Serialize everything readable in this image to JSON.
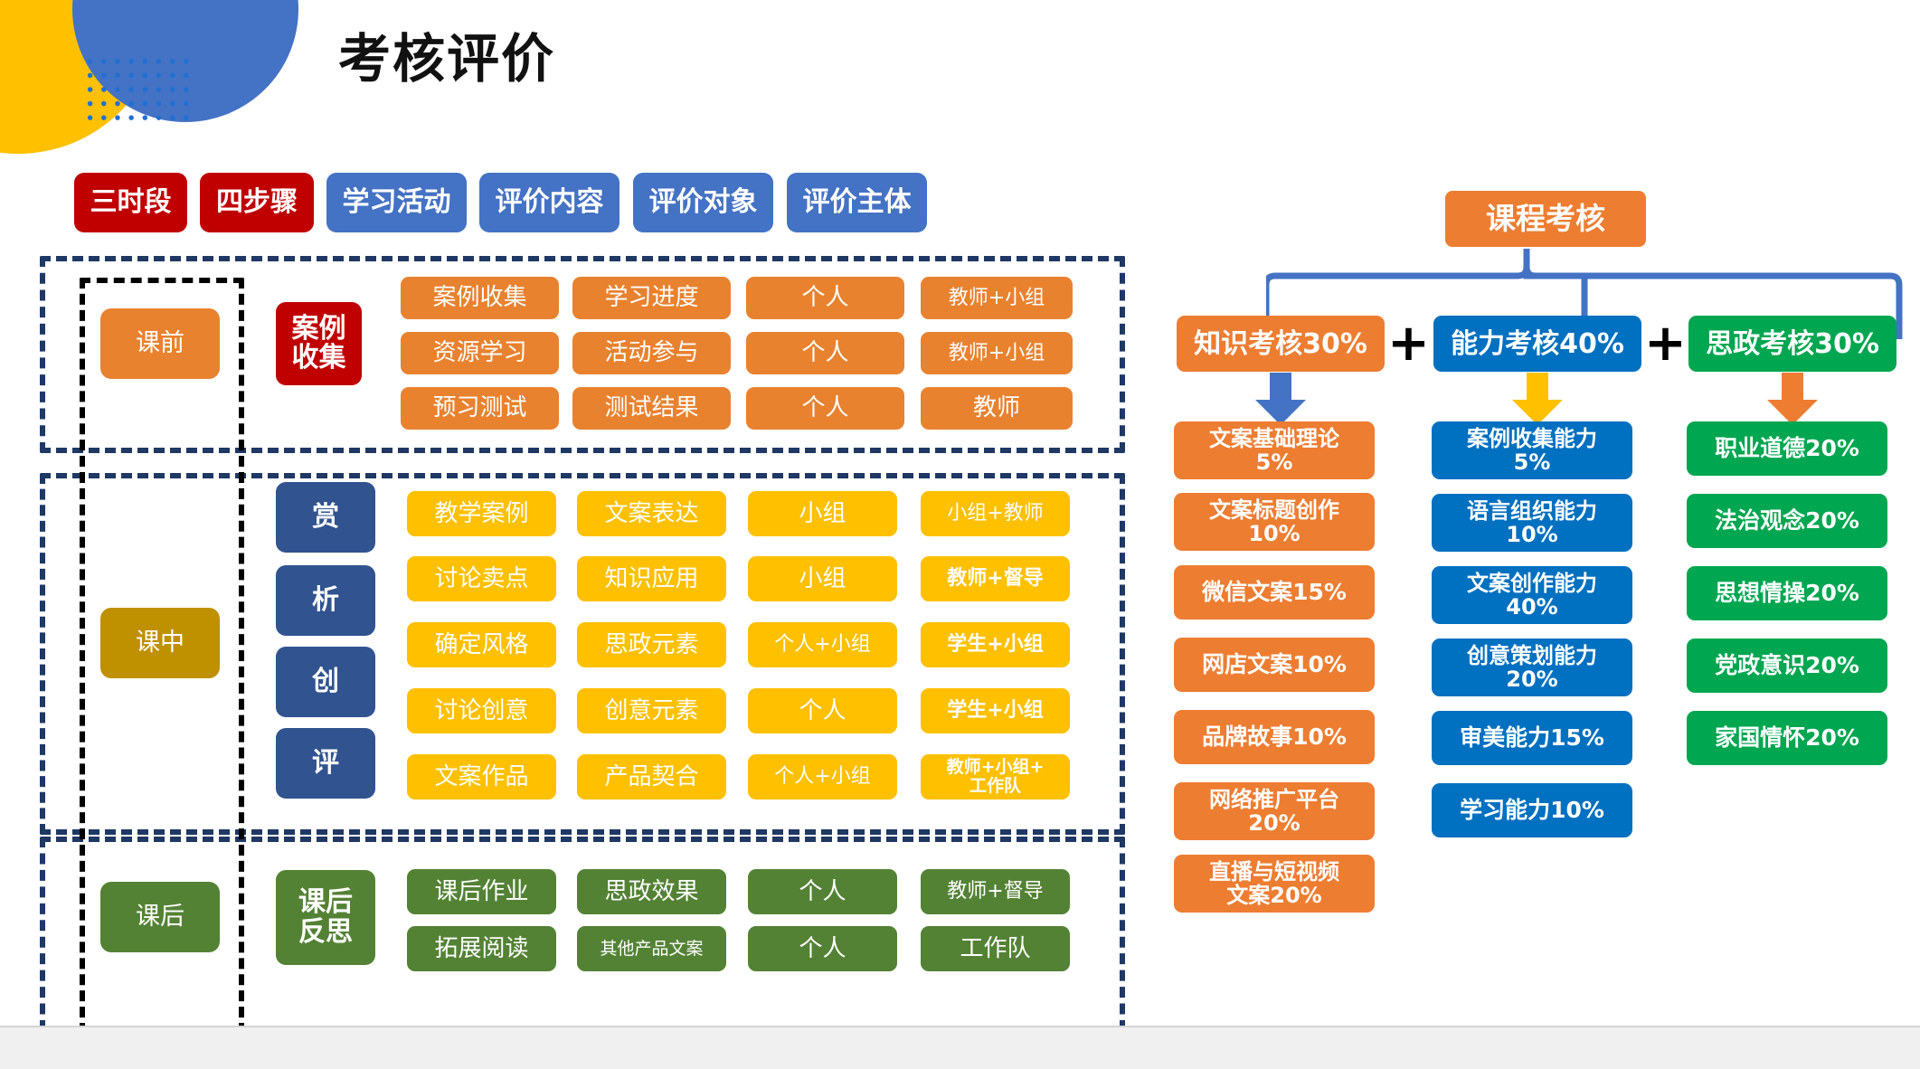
{
  "page": {
    "title": "考核评价"
  },
  "left_panel": {
    "headers": [
      {
        "label": "三时段",
        "color": "#C00000"
      },
      {
        "label": "四步骤",
        "color": "#C00000"
      },
      {
        "label": "学习活动",
        "color": "#4472C4"
      },
      {
        "label": "评价内容",
        "color": "#4472C4"
      },
      {
        "label": "评价对象",
        "color": "#4472C4"
      },
      {
        "label": "评价主体",
        "color": "#4472C4"
      }
    ],
    "sections": [
      {
        "phase": "课前",
        "phase_color": "#E8822F",
        "step": "案例\n收集",
        "step_color": "#C00000",
        "row_color": "#E8822F",
        "rows": [
          {
            "activity": "案例收集",
            "content": "学习进度",
            "object": "个人",
            "subject": "教师+小组"
          },
          {
            "activity": "资源学习",
            "content": "活动参与",
            "object": "个人",
            "subject": "教师+小组"
          },
          {
            "activity": "预习测试",
            "content": "测试结果",
            "object": "个人",
            "subject": "教师"
          }
        ]
      },
      {
        "phase": "课中",
        "phase_color": "#BF9000",
        "steps": [
          "赏",
          "析",
          "创",
          "评"
        ],
        "step_color": "#31538F",
        "row_color": "#FFC000",
        "rows": [
          {
            "activity": "教学案例",
            "content": "文案表达",
            "object": "小组",
            "subject": "小组+教师"
          },
          {
            "activity": "讨论卖点",
            "content": "知识应用",
            "object": "小组",
            "subject": "教师+督导"
          },
          {
            "activity": "确定风格",
            "content": "思政元素",
            "object": "个人+小组",
            "subject": "学生+小组"
          },
          {
            "activity": "讨论创意",
            "content": "创意元素",
            "object": "个人",
            "subject": "学生+小组"
          },
          {
            "activity": "文案作品",
            "content": "产品契合",
            "object": "个人+小组",
            "subject": "教师+小组+\n工作队"
          }
        ]
      },
      {
        "phase": "课后",
        "phase_color": "#548235",
        "step": "课后\n反思",
        "step_color": "#548235",
        "row_color": "#548235",
        "rows": [
          {
            "activity": "课后作业",
            "content": "思政效果",
            "object": "个人",
            "subject": "教师+督导"
          },
          {
            "activity": "拓展阅读",
            "content": "其他产品文案",
            "object": "个人",
            "subject": "工作队"
          }
        ]
      }
    ]
  },
  "right_panel": {
    "root": {
      "label": "课程考核",
      "color": "#ED7D31"
    },
    "operators": [
      "+",
      "+"
    ],
    "branches": [
      {
        "label": "知识考核30%",
        "color": "#ED7D31",
        "arrow_color": "#4472C4",
        "leaves": [
          "文案基础理论\n5%",
          "文案标题创作\n10%",
          "微信文案15%",
          "网店文案10%",
          "品牌故事10%",
          "网络推广平台\n20%",
          "直播与短视频\n文案20%"
        ]
      },
      {
        "label": "能力考核40%",
        "color": "#0070C0",
        "arrow_color": "#FFC000",
        "leaves": [
          "案例收集能力\n5%",
          "语言组织能力\n10%",
          "文案创作能力\n40%",
          "创意策划能力\n20%",
          "审美能力15%",
          "学习能力10%"
        ]
      },
      {
        "label": "思政考核30%",
        "color": "#00A650",
        "arrow_color": "#ED7D31",
        "leaves": [
          "职业道德20%",
          "法治观念20%",
          "思想情操20%",
          "党政意识20%",
          "家国情怀20%"
        ]
      }
    ]
  }
}
